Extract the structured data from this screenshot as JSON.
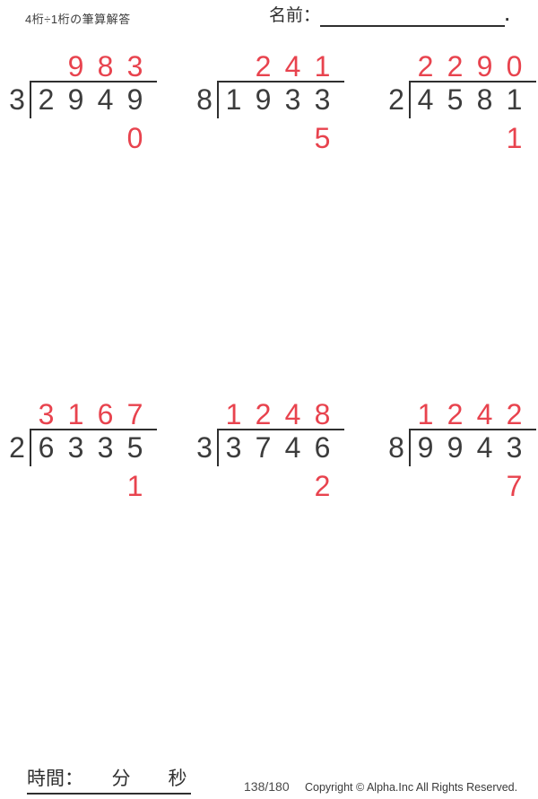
{
  "header": {
    "title": "4桁÷1桁の筆算解答",
    "name_label": "名前：",
    "name_line_suffix": "."
  },
  "footer": {
    "time_label": "時間：　　分　　秒",
    "page_number": "138/180",
    "copyright": "Copyright © Alpha.Inc All Rights Reserved."
  },
  "colors": {
    "answer_red": "#e8434e",
    "ink": "#3c3c3c"
  },
  "problems": [
    {
      "divisor": "3",
      "dividend": "2949",
      "quotient": "983",
      "remainder": "0"
    },
    {
      "divisor": "8",
      "dividend": "1933",
      "quotient": "241",
      "remainder": "5"
    },
    {
      "divisor": "2",
      "dividend": "4581",
      "quotient": "2290",
      "remainder": "1"
    },
    {
      "divisor": "2",
      "dividend": "6335",
      "quotient": "3167",
      "remainder": "1"
    },
    {
      "divisor": "3",
      "dividend": "3746",
      "quotient": "1248",
      "remainder": "2"
    },
    {
      "divisor": "8",
      "dividend": "9943",
      "quotient": "1242",
      "remainder": "7"
    }
  ]
}
